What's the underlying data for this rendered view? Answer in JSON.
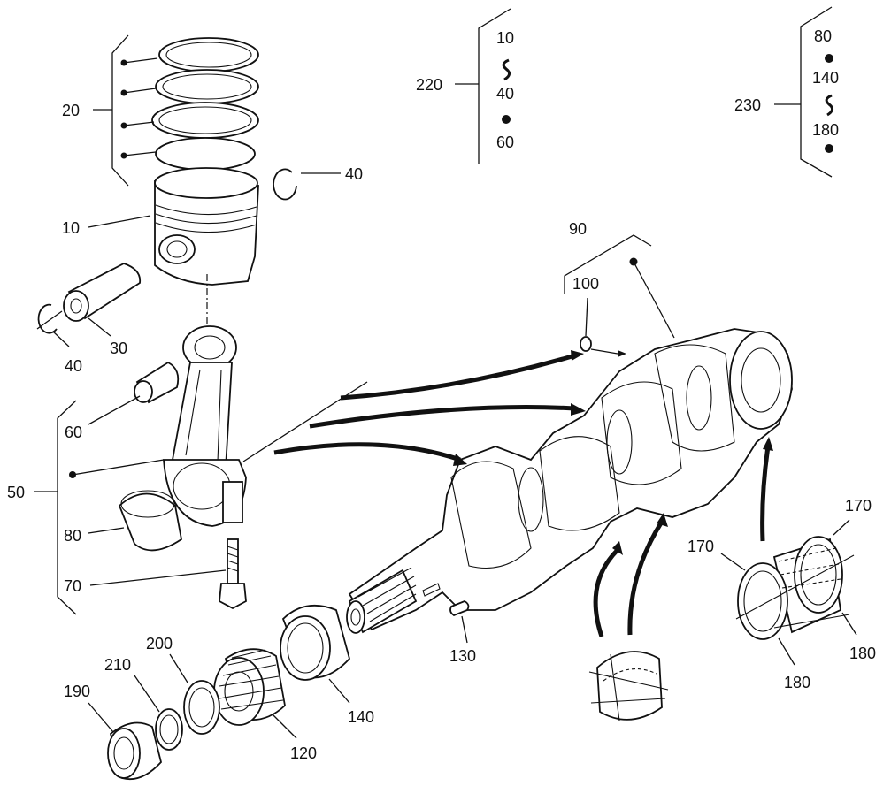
{
  "callouts": {
    "c20": "20",
    "c10": "10",
    "c40a": "40",
    "c40b": "40",
    "c30": "30",
    "c60": "60",
    "c50": "50",
    "c80": "80",
    "c70": "70",
    "c90": "90",
    "c100": "100",
    "c130": "130",
    "c140": "140",
    "c120": "120",
    "c200": "200",
    "c210": "210",
    "c190": "190",
    "c170a": "170",
    "c170b": "170",
    "c180a": "180",
    "c180b": "180"
  },
  "legend220": {
    "label": "220",
    "items": [
      "10",
      "40",
      "60"
    ]
  },
  "legend230": {
    "label": "230",
    "items": [
      "80",
      "140",
      "180"
    ]
  },
  "icons": [
    "bullet-dot-icon",
    "s-shape-icon"
  ]
}
